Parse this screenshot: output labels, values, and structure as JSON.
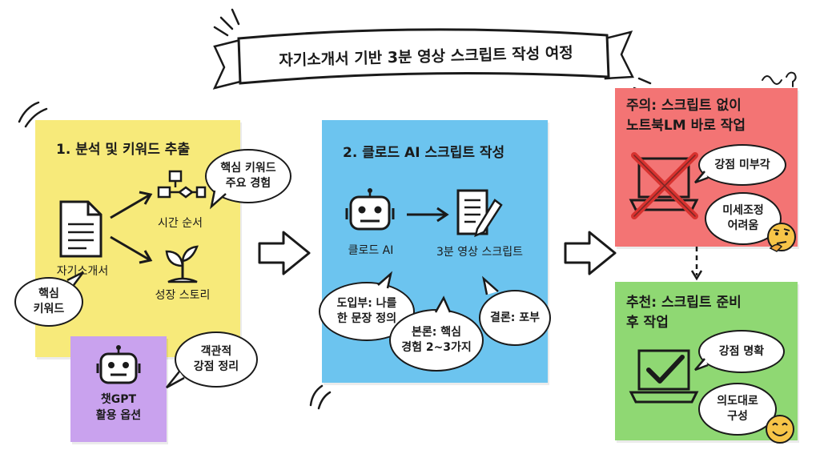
{
  "banner": {
    "title": "자기소개서 기반 3분 영상 스크립트 작성 여정"
  },
  "step1": {
    "title": "1. 분석 및 키워드 추출",
    "doc_label": "자기소개서",
    "time_label": "시간 순서",
    "growth_label": "성장 스토리",
    "bubble_keywords": [
      "핵심 키워드",
      "주요 경험"
    ],
    "bubble_core": [
      "핵심",
      "키워드"
    ]
  },
  "gpt": {
    "label": [
      "챗GPT",
      "활용 옵션"
    ],
    "bubble": [
      "객관적",
      "강점 정리"
    ]
  },
  "step2": {
    "title": "2. 클로드 AI 스크립트 작성",
    "robot_label": "클로드 AI",
    "script_label": "3분 영상 스크립트",
    "bubble_intro": [
      "도입부: 나를",
      "한 문장 정의"
    ],
    "bubble_body": [
      "본론: 핵심",
      "경험 2~3가지"
    ],
    "bubble_end": [
      "결론: 포부"
    ]
  },
  "warn": {
    "title": [
      "주의: 스크립트 없이",
      "노트북LM 바로 작업"
    ],
    "bubble_a": [
      "강점 미부각"
    ],
    "bubble_b": [
      "미세조정",
      "어려움"
    ]
  },
  "rec": {
    "title": [
      "추천: 스크립트 준비",
      "후 작업"
    ],
    "bubble_a": [
      "강점 명확"
    ],
    "bubble_b": [
      "의도대로",
      "구성"
    ]
  },
  "colors": {
    "yellow": "#f7ea7a",
    "blue": "#6cc4ef",
    "red": "#f37474",
    "green": "#8fd873",
    "purple": "#c9a2ee"
  }
}
